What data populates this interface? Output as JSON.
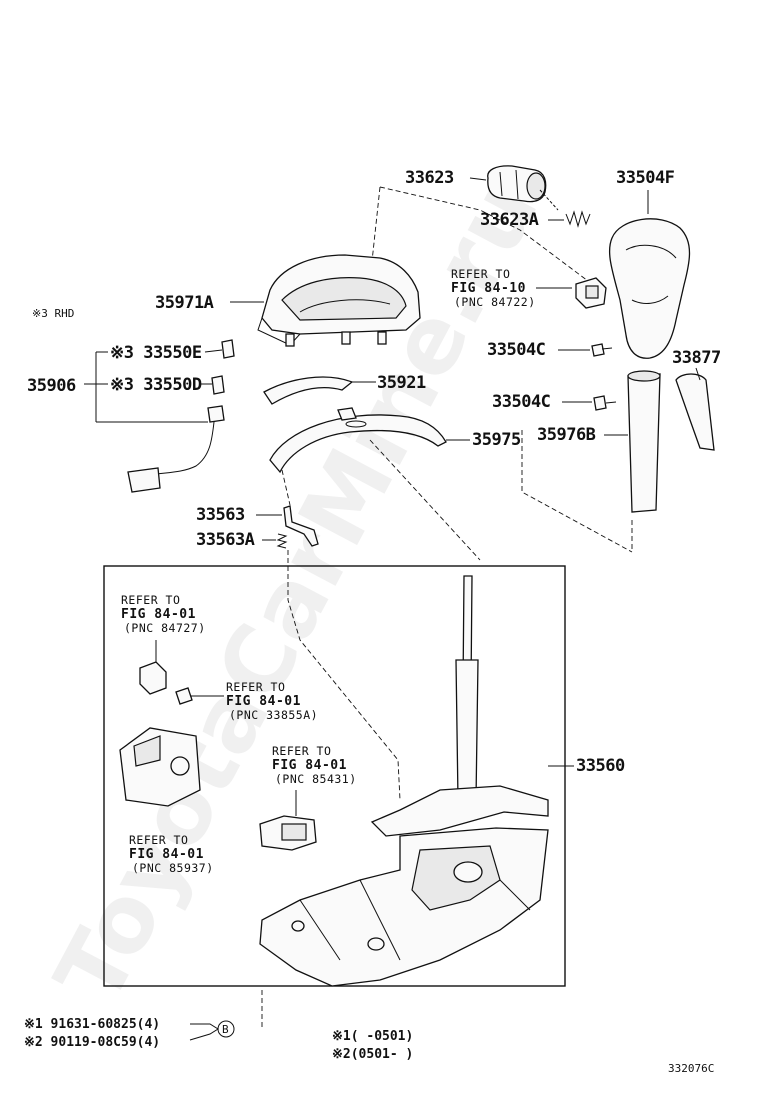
{
  "watermark": "ToyotaCarMine.ru",
  "figure_id": "332076C",
  "note_rhd": "※3 RHD",
  "part_numbers": {
    "p33623": "33623",
    "p33623A": "33623A",
    "p33504F": "33504F",
    "p35971A": "35971A",
    "p33504C_a": "33504C",
    "p33504C_b": "33504C",
    "p33877": "33877",
    "p33550E": "※3 33550E",
    "p33550D": "※3 33550D",
    "p35906": "35906",
    "p35921": "35921",
    "p35975": "35975",
    "p35976B": "35976B",
    "p33563": "33563",
    "p33563A": "33563A",
    "p33560": "33560"
  },
  "references": [
    {
      "id": "ref-84-10",
      "line1": "REFER TO",
      "line2": "FIG 84-10",
      "line3": "(PNC 84722)"
    },
    {
      "id": "ref-84727",
      "line1": "REFER TO",
      "line2": "FIG 84-01",
      "line3": "(PNC 84727)"
    },
    {
      "id": "ref-33855A",
      "line1": "REFER TO",
      "line2": "FIG 84-01",
      "line3": "(PNC 33855A)"
    },
    {
      "id": "ref-85431",
      "line1": "REFER TO",
      "line2": "FIG 84-01",
      "line3": "(PNC 85431)"
    },
    {
      "id": "ref-85937",
      "line1": "REFER TO",
      "line2": "FIG 84-01",
      "line3": "(PNC 85937)"
    }
  ],
  "footnotes": {
    "bolt1": "※1 91631-60825(4)",
    "bolt2": "※2 90119-08C59(4)",
    "marker": "B",
    "range1": "※1(    -0501)",
    "range2": "※2(0501-     )"
  }
}
